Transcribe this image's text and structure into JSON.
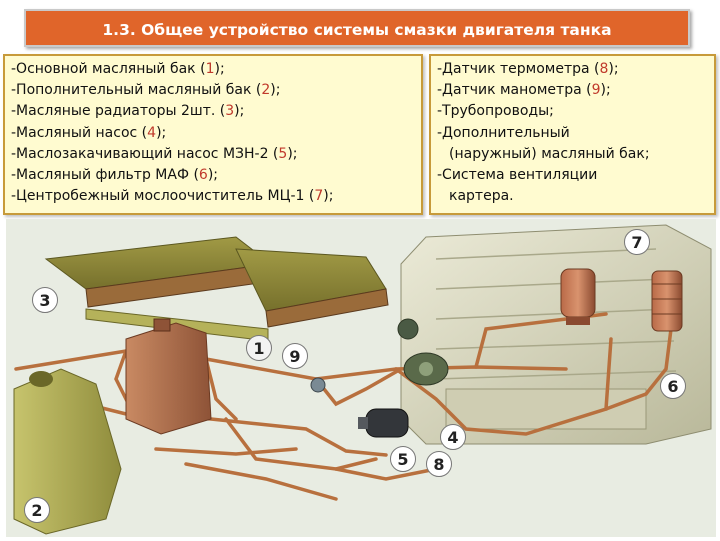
{
  "slide": {
    "title": "1.3. Общее устройство системы смазки двигателя танка"
  },
  "components_left": [
    {
      "text": "-Основной масляный бак (",
      "num": "1",
      "tail": ");"
    },
    {
      "text": "-Пополнительный масляный бак (",
      "num": "2",
      "tail": ");"
    },
    {
      "text": "-Масляные радиаторы 2шт. (",
      "num": "3",
      "tail": ");"
    },
    {
      "text": "-Масляный насос (",
      "num": "4",
      "tail": ");"
    },
    {
      "text": "-Маслозакачивающий насос МЗН-2 (",
      "num": "5",
      "tail": ");"
    },
    {
      "text": "-Масляный фильтр МАФ (",
      "num": "6",
      "tail": ");"
    },
    {
      "text": "-Центробежный мослоочиститель МЦ-1 (",
      "num": "7",
      "tail": ");"
    }
  ],
  "components_right": {
    "line1_text": "-Датчик термометра (",
    "line1_num": "8",
    "line1_tail": ");",
    "line2_text": "-Датчик манометра (",
    "line2_num": "9",
    "line2_tail": ");",
    "line3": "-Трубопроводы;",
    "line4": "-Дополнительный",
    "line5": "(наружный) масляный бак;",
    "line6": "-Система вентиляции",
    "line7": "картера."
  },
  "callouts": {
    "c1": "1",
    "c2": "2",
    "c3": "3",
    "c4": "4",
    "c5": "5",
    "c6": "6",
    "c7": "7",
    "c8": "8",
    "c9": "9"
  },
  "colors": {
    "title_bg": "#e0652a",
    "list_bg": "#fffbd0",
    "list_border": "#c79a3a",
    "number_accent": "#c0392b",
    "pipe_copper": "#b8703e",
    "tank_olive": "#b5b25a"
  }
}
